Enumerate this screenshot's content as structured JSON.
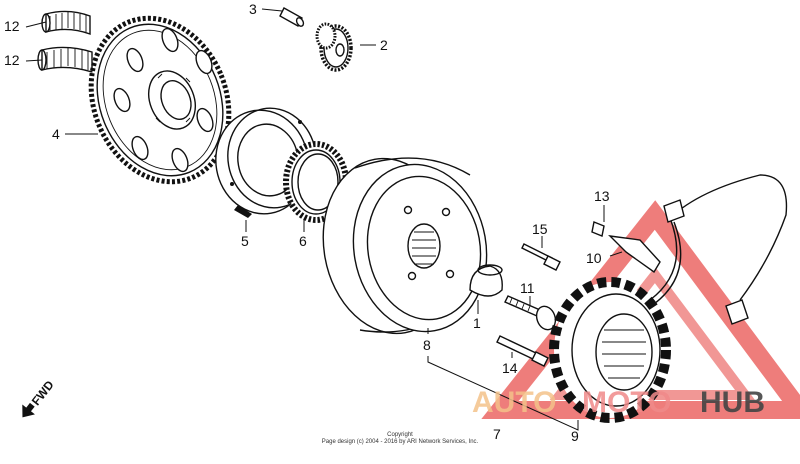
{
  "callouts": {
    "c1": "1",
    "c2": "2",
    "c3": "3",
    "c4": "4",
    "c5": "5",
    "c6": "6",
    "c7": "7",
    "c8": "8",
    "c9": "9",
    "c10": "10",
    "c11": "11",
    "c12a": "12",
    "c12b": "12",
    "c13": "13",
    "c14": "14",
    "c15": "15"
  },
  "direction_label": "FWD",
  "copyright": {
    "line1": "Copyright",
    "line2": "Page design (c) 2004 - 2016 by ARI Network Services, Inc."
  },
  "watermark": {
    "part1": "AUTO",
    "part2": "MOTO",
    "part3": "HUB",
    "colors": {
      "triangle": "#e8524f",
      "auto": "#f4a64a",
      "moto": "#e8524f",
      "hub": "#333333"
    }
  }
}
